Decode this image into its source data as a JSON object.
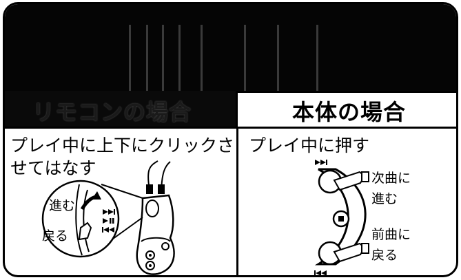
{
  "left_header": "リモコンの場合",
  "right_header": "本体の場合",
  "left_instruction_line1": "プレイ中に上下にクリックさ",
  "left_instruction_line2": "せてはなす",
  "right_instruction": "プレイ中に押す",
  "remote_labels": {
    "forward": "進む",
    "back": "戻る"
  },
  "body_labels": {
    "next_line1": "次曲に",
    "next_line2": "進む",
    "prev_line1": "前曲に",
    "prev_line2": "戻る"
  },
  "icons": [
    "next-track-icon",
    "play-pause-icon",
    "prev-track-icon",
    "stop-icon"
  ]
}
